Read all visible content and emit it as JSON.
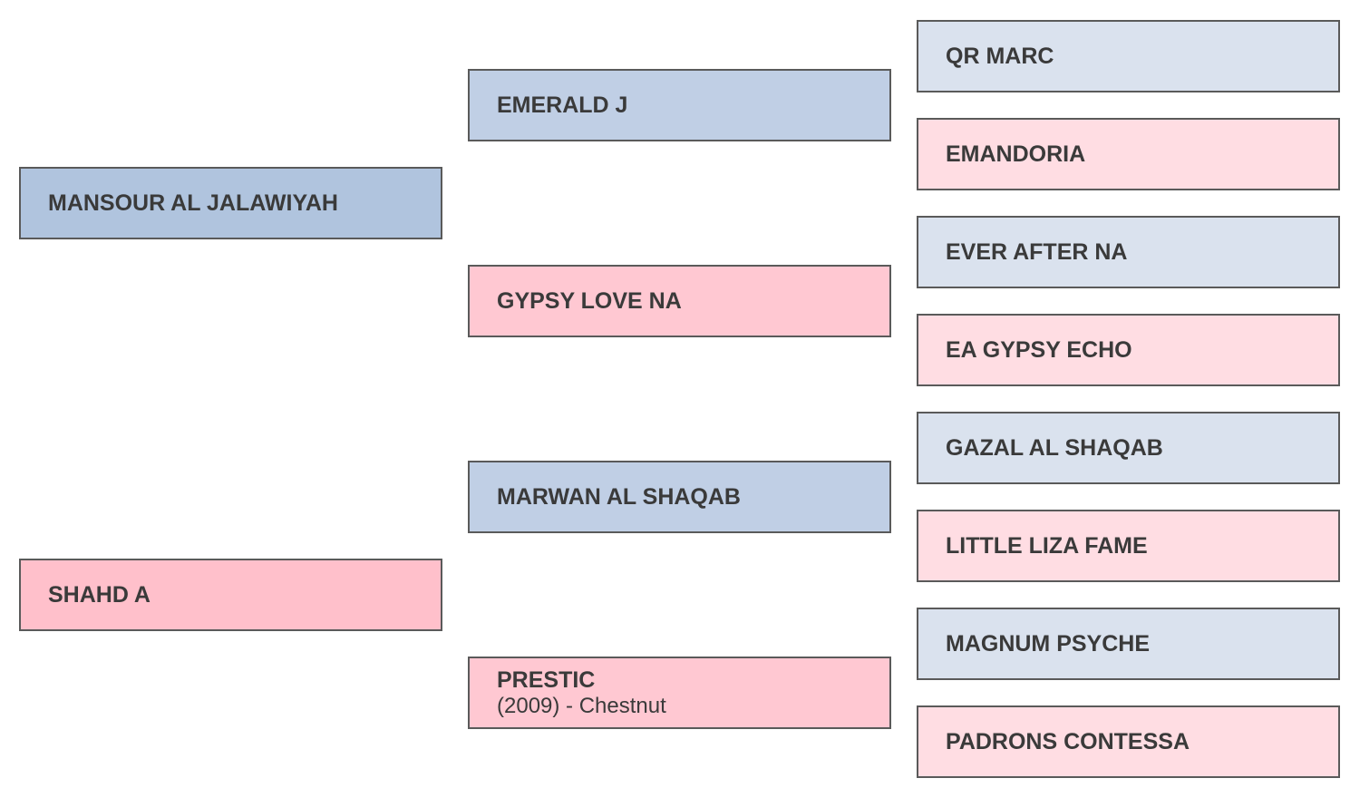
{
  "pedigree": {
    "sire": {
      "name": "MANSOUR AL JALAWIYAH"
    },
    "dam": {
      "name": "SHAHD A"
    },
    "sire_sire": {
      "name": "EMERALD J"
    },
    "sire_dam": {
      "name": "GYPSY LOVE NA"
    },
    "dam_sire": {
      "name": "MARWAN AL SHAQAB"
    },
    "dam_dam": {
      "name": "PRESTIC",
      "details": "(2009) - Chestnut"
    },
    "sire_sire_sire": {
      "name": "QR MARC"
    },
    "sire_sire_dam": {
      "name": "EMANDORIA"
    },
    "sire_dam_sire": {
      "name": "EVER AFTER NA"
    },
    "sire_dam_dam": {
      "name": "EA GYPSY ECHO"
    },
    "dam_sire_sire": {
      "name": "GAZAL AL SHAQAB"
    },
    "dam_sire_dam": {
      "name": "LITTLE LIZA FAME"
    },
    "dam_dam_sire": {
      "name": "MAGNUM PSYCHE"
    },
    "dam_dam_dam": {
      "name": "PADRONS CONTESSA"
    }
  },
  "colors": {
    "male_gen1": "#b0c4de",
    "female_gen1": "#ffc0cb",
    "male_gen2": "#c0cfe5",
    "female_gen2": "#ffc8d2",
    "male_gen3": "#dae2ee",
    "female_gen3": "#ffdde3",
    "border": "#5a5a5a",
    "text": "#3a3a3a"
  }
}
